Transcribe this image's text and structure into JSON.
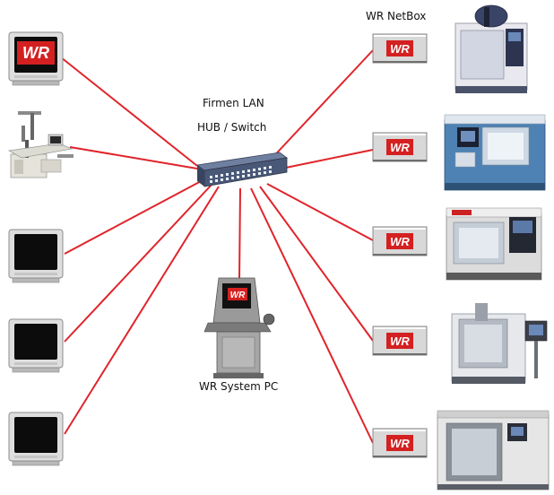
{
  "labels": {
    "netbox": "WR NetBox",
    "firmen_lan": "Firmen LAN",
    "hub_switch": "HUB / Switch",
    "system_pc": "WR System PC"
  },
  "logo_text": "WR",
  "icons": {
    "hub": "network-switch-icon",
    "terminal": "industrial-terminal-icon",
    "monitor": "crt-monitor-icon",
    "cmm": "measuring-machine-icon",
    "netbox": "netbox-device-icon",
    "machines": [
      "machining-center-icon",
      "cnc-lathe-icon",
      "cnc-lathe-icon",
      "machining-center-icon",
      "machining-center-icon"
    ]
  },
  "colors": {
    "link": "#e0242a",
    "logo_red": "#d42020",
    "box_gray": "#d4d4d4",
    "machine_blue": "#3c6c9c"
  }
}
